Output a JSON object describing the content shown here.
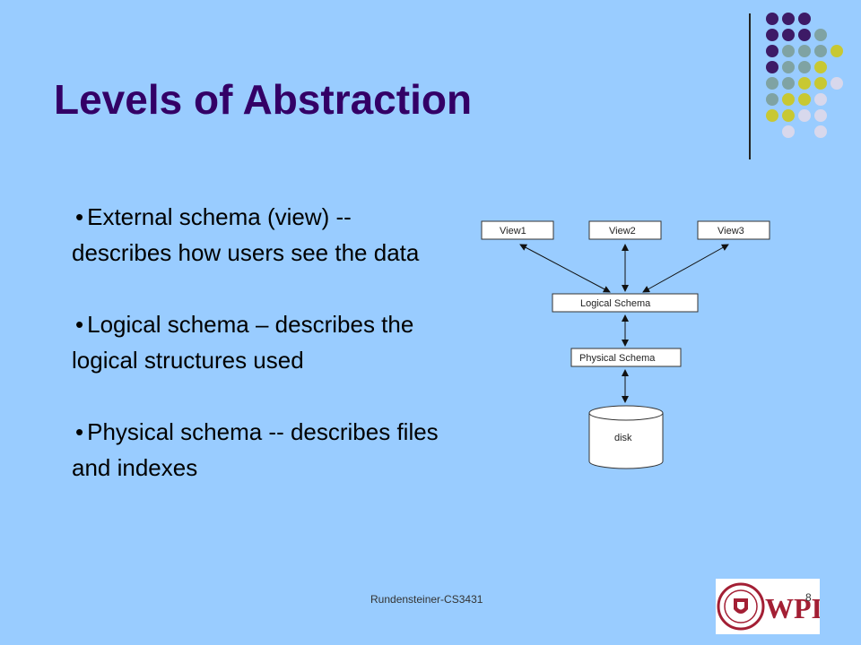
{
  "slide": {
    "title": "Levels of Abstraction",
    "bullets": [
      {
        "text": "External schema (view) -- describes how users see the data"
      },
      {
        "text": "Logical schema – describes the logical structures used"
      },
      {
        "text": "Physical schema -- describes files and indexes"
      }
    ],
    "footer": "Rundensteiner-CS3431",
    "page_number": "8"
  },
  "diagram": {
    "views": [
      "View1",
      "View2",
      "View3"
    ],
    "logical_schema": "Logical Schema",
    "physical_schema": "Physical Schema",
    "disk": "disk"
  },
  "logo": {
    "text": "WPI"
  },
  "colors": {
    "background": "#99ccff",
    "title": "#330066",
    "dot_purple": "#3d1a66",
    "dot_teal": "#7fa3a3",
    "dot_yellow": "#c8c832",
    "dot_lavender": "#d8d8ec",
    "logo_red": "#a31f34"
  }
}
